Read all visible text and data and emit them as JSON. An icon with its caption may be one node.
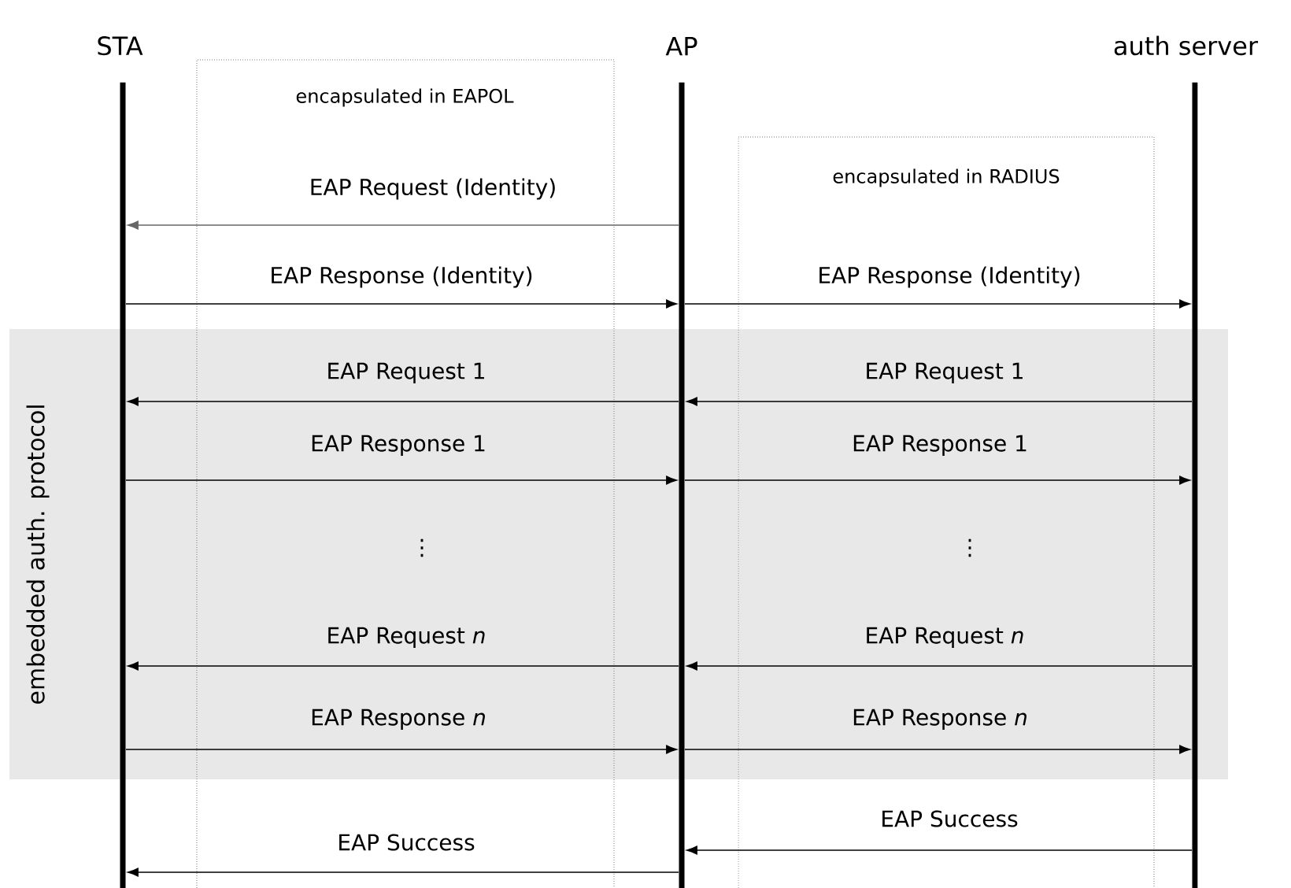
{
  "diagram": {
    "nodes": [
      {
        "text": [
          "STA"
        ]
      },
      {
        "text": [
          "AP"
        ]
      },
      {
        "text": [
          "auth server"
        ]
      }
    ],
    "edges": [
      {
        "from": 1,
        "to": 0,
        "arrow": "to",
        "label": "EAP Request (Identity)",
        "color": "#666666"
      },
      {
        "from": 0,
        "to": 1,
        "arrow": "to",
        "label": "EAP Response (Identity)"
      },
      {
        "from": 1,
        "to": 2,
        "arrow": "to",
        "label": "EAP Response (Identity)"
      },
      {
        "from": 2,
        "to": 1,
        "arrow": "to",
        "label": "EAP Request 1"
      },
      {
        "from": 1,
        "to": 0,
        "arrow": "to",
        "label": "EAP Request 1"
      },
      {
        "from": 0,
        "to": 1,
        "arrow": "to",
        "label": "EAP Response 1"
      },
      {
        "from": 1,
        "to": 2,
        "arrow": "to",
        "label": "EAP Response 1"
      },
      {
        "from": 2,
        "to": 1,
        "arrow": "to",
        "label": "EAP Request *n*"
      },
      {
        "from": 1,
        "to": 0,
        "arrow": "to",
        "label": "EAP Request *n*"
      },
      {
        "from": 0,
        "to": 1,
        "arrow": "to",
        "label": "EAP Response *n*"
      },
      {
        "from": 1,
        "to": 2,
        "arrow": "to",
        "label": "EAP Response *n*"
      },
      {
        "from": 2,
        "to": 1,
        "arrow": "to",
        "label": "EAP Success"
      },
      {
        "from": 1,
        "to": 0,
        "arrow": "to",
        "label": "EAP Success"
      }
    ],
    "labels": [
      "encapsulated in EAPOL",
      "encapsulated in RADIUS",
      "embedded auth. protocol",
      "⋮",
      "⋮"
    ]
  }
}
